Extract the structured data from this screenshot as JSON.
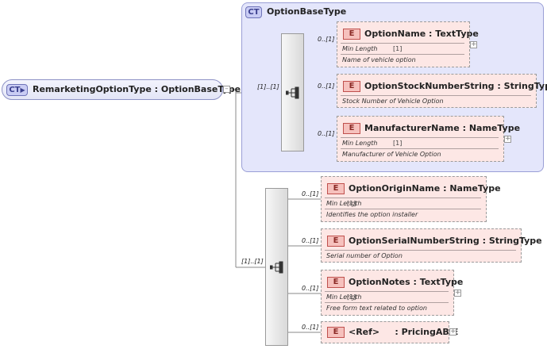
{
  "root": {
    "badge": "CT",
    "name": "RemarketingOptionType",
    "separator": ":",
    "base": "OptionBaseType"
  },
  "base_type": {
    "badge": "CT",
    "name": "OptionBaseType"
  },
  "occurrences": {
    "base_sequence": "[1]..[1]",
    "ext_sequence": "[1]..[1]"
  },
  "elements": [
    {
      "badge": "E",
      "name": "OptionName",
      "separator": ":",
      "type": "TextType",
      "occurrence": "0..[1]",
      "facet_label": "Min Length",
      "facet_value": "[1]",
      "doc": "Name of vehicle option"
    },
    {
      "badge": "E",
      "name": "OptionStockNumberString",
      "separator": ":",
      "type": "StringType",
      "occurrence": "0..[1]",
      "doc": "Stock Number of Vehicle Option"
    },
    {
      "badge": "E",
      "name": "ManufacturerName",
      "separator": ":",
      "type": "NameType",
      "occurrence": "0..[1]",
      "facet_label": "Min Length",
      "facet_value": "[1]",
      "doc": "Manufacturer of Vehicle Option"
    },
    {
      "badge": "E",
      "name": "OptionOriginName",
      "separator": ":",
      "type": "NameType",
      "occurrence": "0..[1]",
      "facet_label": "Min Length",
      "facet_value": "[1]",
      "doc": "Identifies the option installer"
    },
    {
      "badge": "E",
      "name": "OptionSerialNumberString",
      "separator": ":",
      "type": "StringType",
      "occurrence": "0..[1]",
      "doc": "Serial number of Option"
    },
    {
      "badge": "E",
      "name": "OptionNotes",
      "separator": ":",
      "type": "TextType",
      "occurrence": "0..[1]",
      "facet_label": "Min Length",
      "facet_value": "[1]",
      "doc": "Free form text related to option"
    },
    {
      "badge": "E",
      "name": "<Ref>",
      "separator": ":",
      "type": "PricingABIE",
      "occurrence": "0..[1]"
    }
  ]
}
